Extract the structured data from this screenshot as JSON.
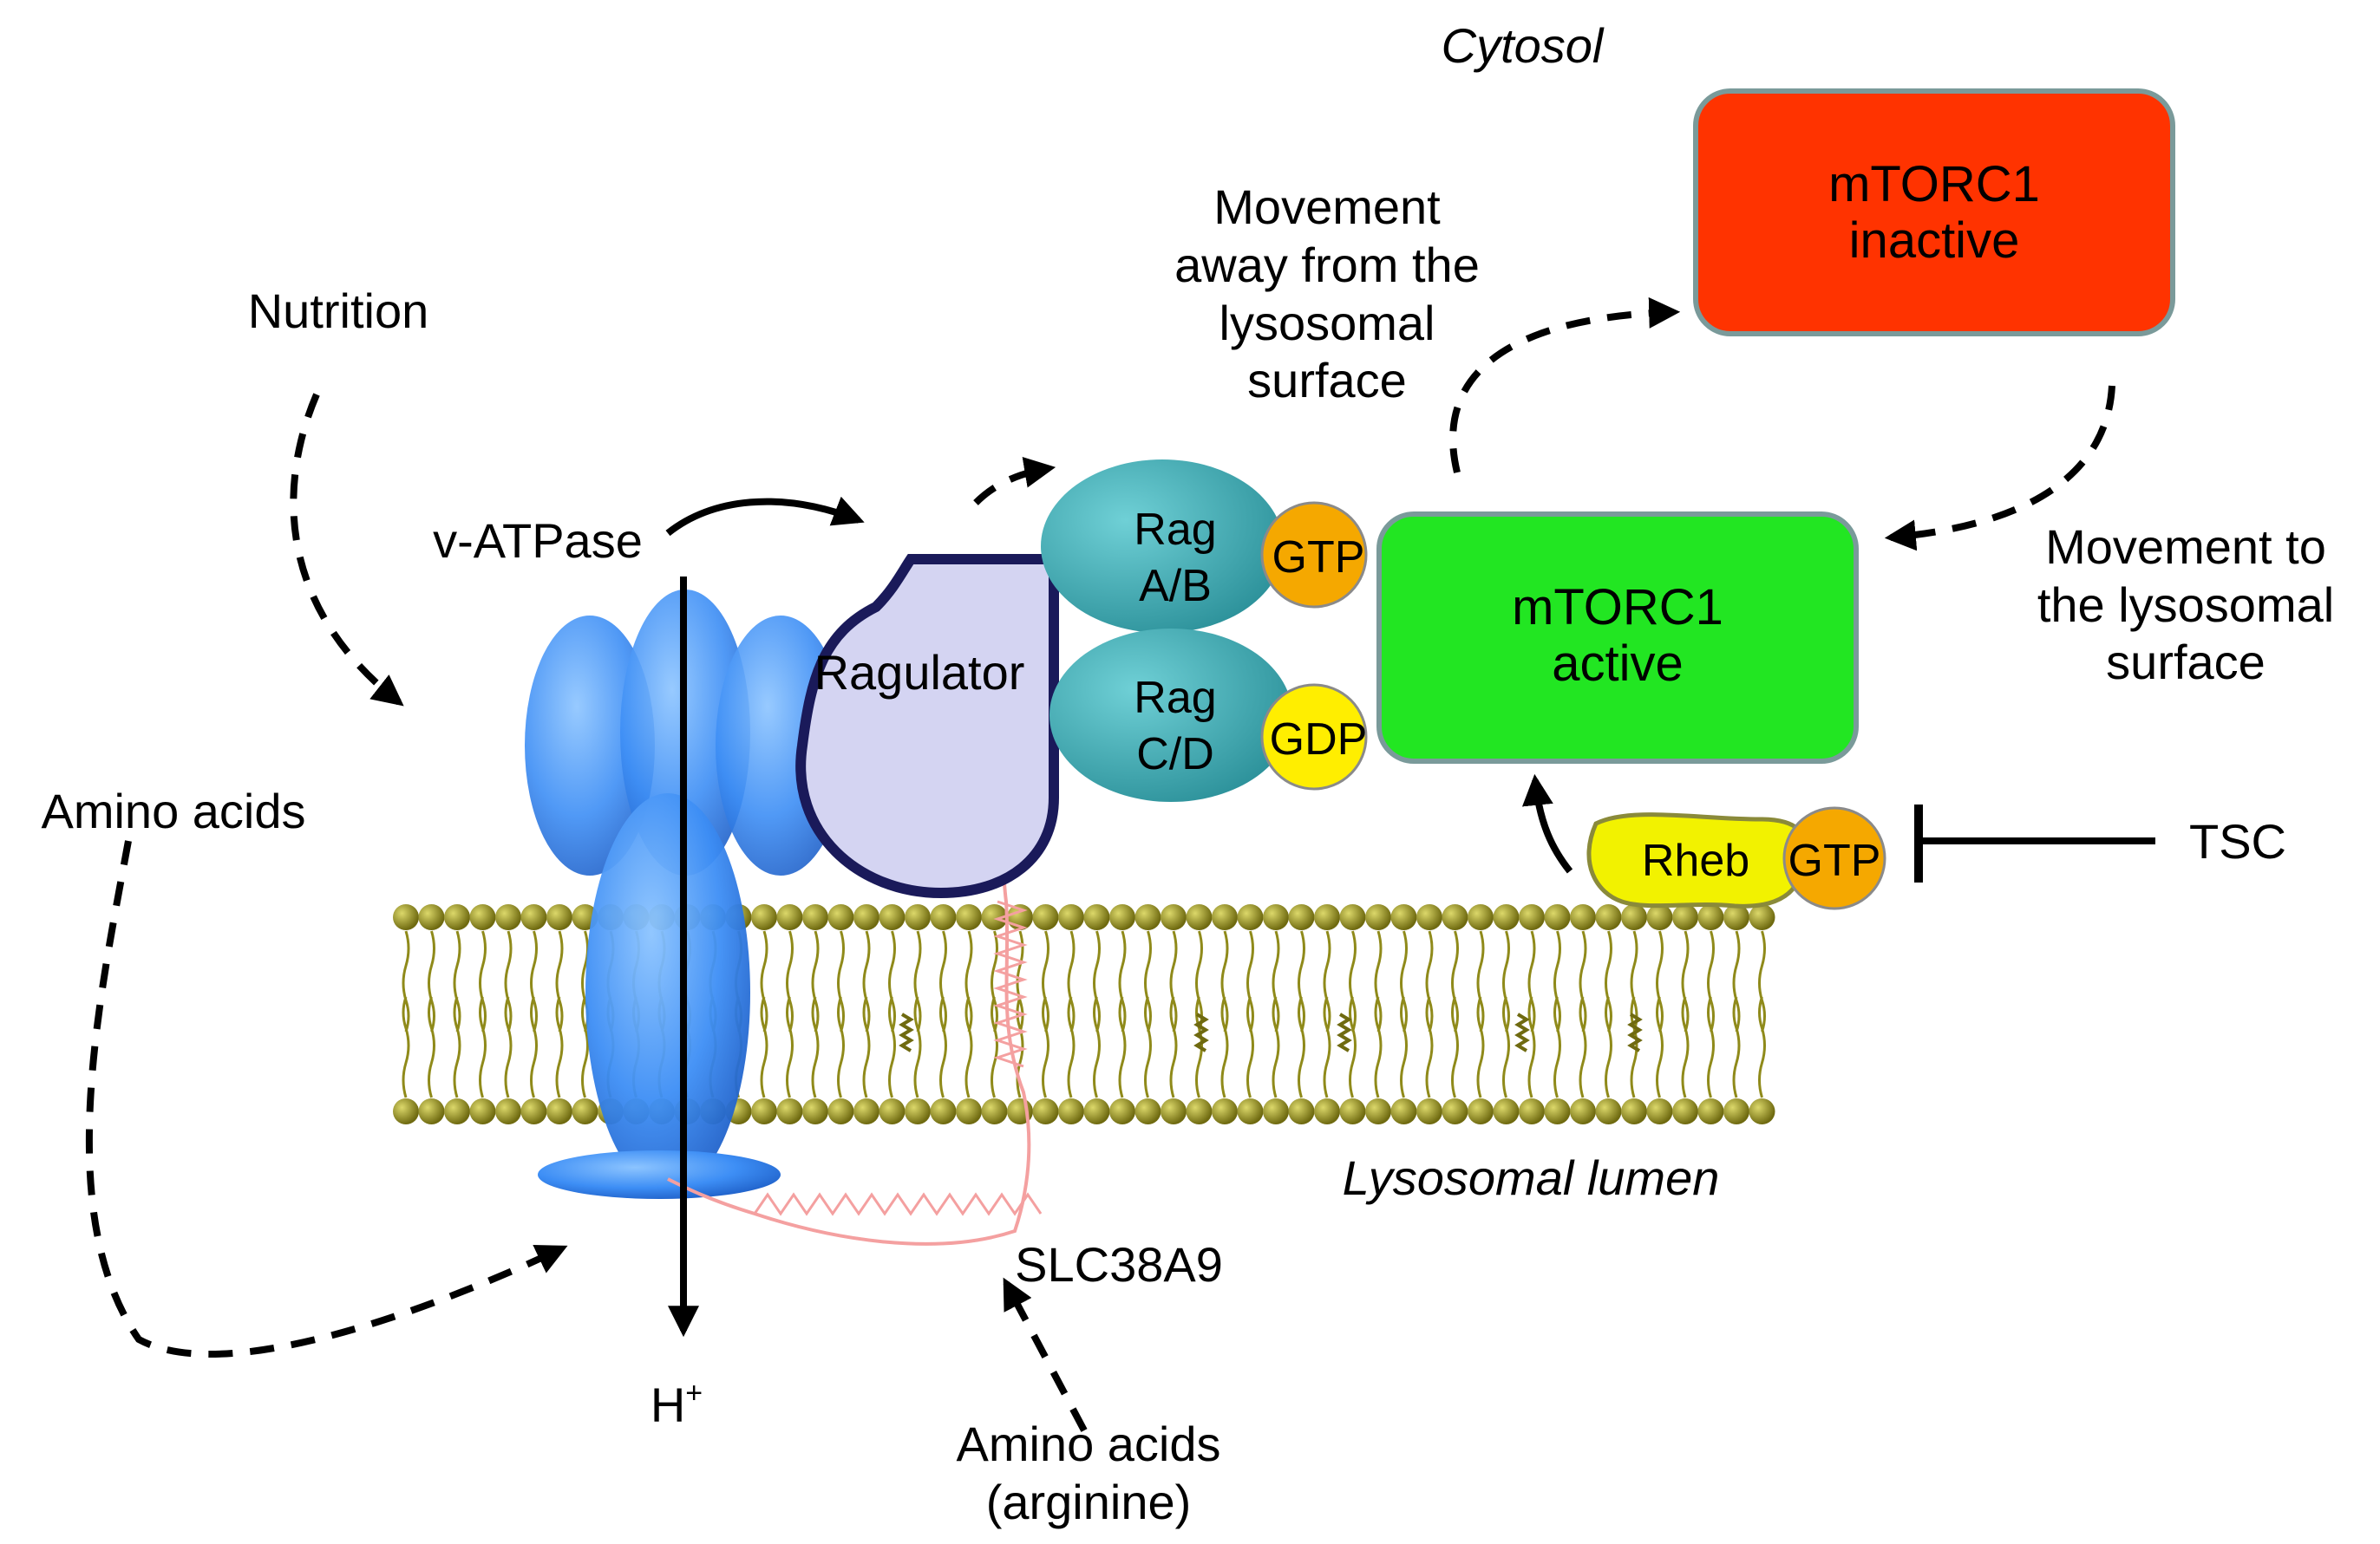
{
  "labels": {
    "cytosol": "Cytosol",
    "lumen": "Lysosomal lumen",
    "nutrition": "Nutrition",
    "amino_acids_left": "Amino acids",
    "v_atpase": "v-ATPase",
    "proton": "H",
    "proton_sup": "+",
    "ragulator": "Ragulator",
    "rag_ab_1": "Rag",
    "rag_ab_2": "A/B",
    "rag_cd_1": "Rag",
    "rag_cd_2": "C/D",
    "gtp_top": "GTP",
    "gdp": "GDP",
    "mtorc1_active_1": "mTORC1",
    "mtorc1_active_2": "active",
    "mtorc1_inactive_1": "mTORC1",
    "mtorc1_inactive_2": "inactive",
    "movement_away_1": "Movement",
    "movement_away_2": "away from the",
    "movement_away_3": "lysosomal",
    "movement_away_4": "surface",
    "movement_to_1": "Movement to",
    "movement_to_2": "the lysosomal",
    "movement_to_3": "surface",
    "rheb": "Rheb",
    "gtp_rheb": "GTP",
    "tsc": "TSC",
    "slc38a9": "SLC38A9",
    "amino_acids_bottom_1": "Amino acids",
    "amino_acids_bottom_2": "(arginine)"
  },
  "colors": {
    "mtorc1_active": "#22e622",
    "mtorc1_inactive": "#ff3300",
    "rag": "#3fa8b0",
    "gtp": "#f5a800",
    "gdp": "#ffee00",
    "ragulator_fill": "#d4d4f2",
    "ragulator_stroke": "#1a1a5a",
    "v_atpase": "#3d8ef5",
    "membrane": "#8f8a1a",
    "slc38a9": "#f4a0a0",
    "rheb": "#f2f200"
  }
}
